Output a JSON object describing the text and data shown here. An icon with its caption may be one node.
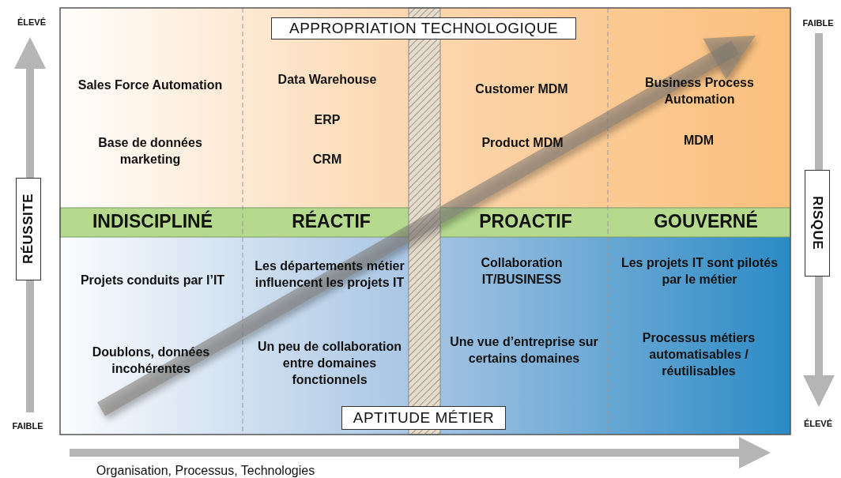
{
  "diagram": {
    "nodes": [
      {
        "text": [
          "APPROPRIATION TECHNOLOGIQUE"
        ]
      },
      {
        "text": [
          "APTITUDE MÉTIER"
        ]
      },
      {
        "text": [
          "RÉUSSITE"
        ]
      },
      {
        "text": [
          "RISQUE"
        ]
      }
    ],
    "labels": [
      "ÉLEVÉ",
      "FAIBLE",
      "Sales Force Automation",
      "Data Warehouse",
      "Customer MDM",
      "Business Process Automation",
      "ERP",
      "Product MDM",
      "MDM",
      "Base de données marketing",
      "CRM",
      "INDISCIPLINÉ",
      "RÉACTIF",
      "PROACTIF",
      "GOUVERNÉ",
      "Projets conduits par l’IT",
      "Les départements métier influencent les projets IT",
      "Collaboration IT/BUSINESS",
      "Les projets IT sont pilotés par le métier",
      "Une vue d’entreprise sur certains domaines",
      "Processus métiers automatisables / réutilisables",
      "Doublons, données incohérentes",
      "Un peu de collaboration entre domaines fonctionnels",
      "FAIBLE",
      "ÉLEVÉ",
      "Organisation, Processus, Technologies"
    ]
  }
}
